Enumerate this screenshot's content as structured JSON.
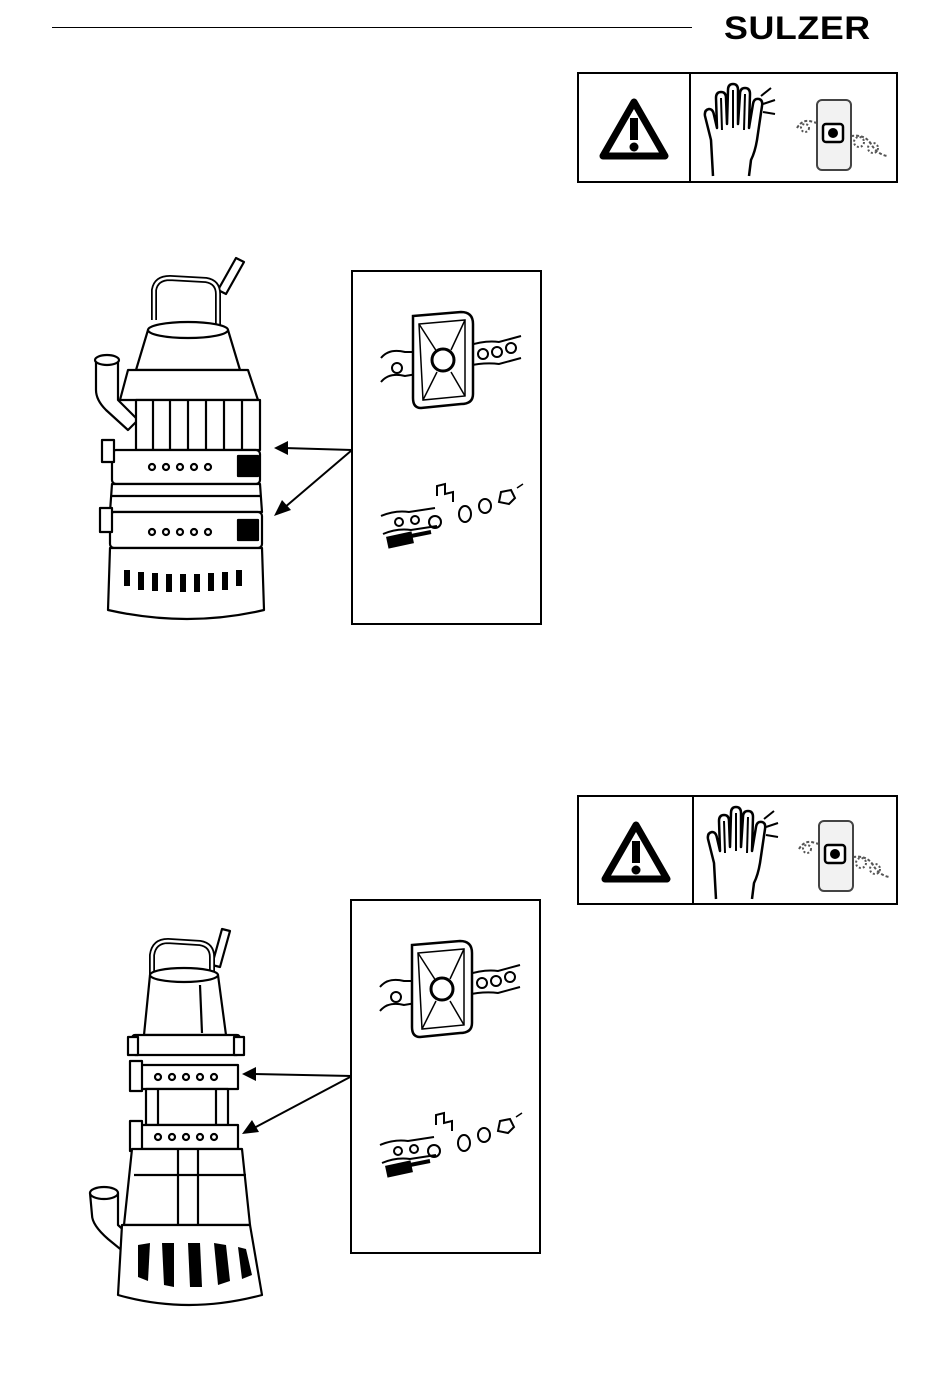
{
  "header": {
    "brand": "SULZER"
  },
  "figures": [
    {
      "id": "top",
      "warning_icons": [
        "warning-triangle-icon",
        "hand-pinch-icon",
        "clamp-plate-icon"
      ],
      "detail_icons": [
        "clamp-plate-icon",
        "bolt-assembly-icon"
      ]
    },
    {
      "id": "bottom",
      "warning_icons": [
        "warning-triangle-icon",
        "hand-pinch-icon",
        "clamp-plate-icon"
      ],
      "detail_icons": [
        "clamp-plate-icon",
        "bolt-assembly-icon"
      ]
    }
  ]
}
